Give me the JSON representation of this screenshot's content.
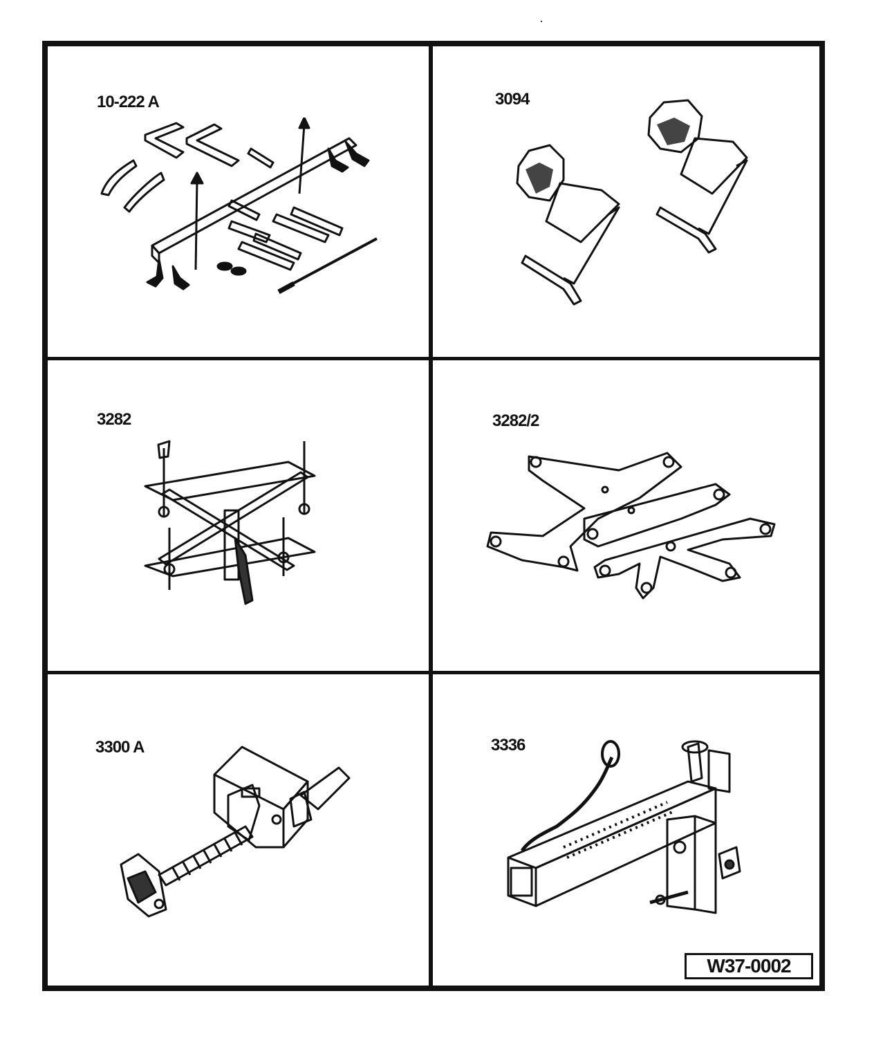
{
  "figure": {
    "code": "W37-0002",
    "tools": [
      {
        "number": "10-222 A",
        "icon": "engine-support-bar-icon"
      },
      {
        "number": "3094",
        "icon": "hose-clamp-pair-icon"
      },
      {
        "number": "3282",
        "icon": "adjustment-plate-frame-icon"
      },
      {
        "number": "3282/2",
        "icon": "adjustment-plate-icon"
      },
      {
        "number": "3300 A",
        "icon": "threaded-press-icon"
      },
      {
        "number": "3336",
        "icon": "support-bracket-icon"
      }
    ]
  }
}
